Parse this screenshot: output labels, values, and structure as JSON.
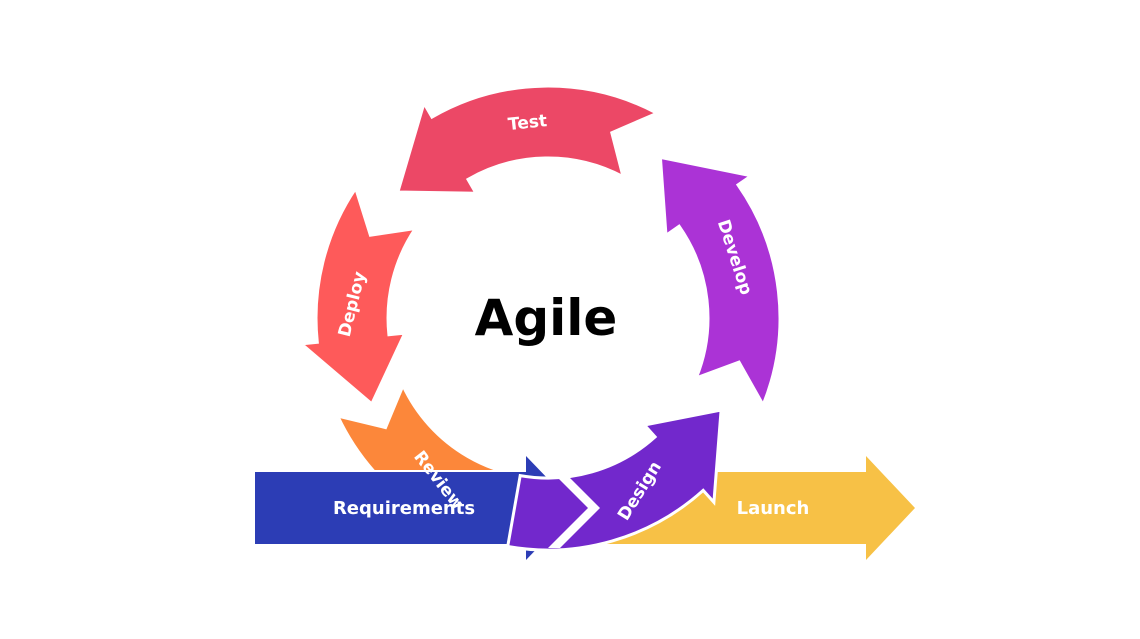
{
  "title": "Agile",
  "stages": [
    {
      "id": "design",
      "label": "Design",
      "color": "#7228CC"
    },
    {
      "id": "develop",
      "label": "Develop",
      "color": "#AB33D6"
    },
    {
      "id": "test",
      "label": "Test",
      "color": "#EC4866"
    },
    {
      "id": "deploy",
      "label": "Deploy",
      "color": "#FE5A5A"
    },
    {
      "id": "review",
      "label": "Review",
      "color": "#FC873A"
    }
  ],
  "entry": {
    "label": "Requirements",
    "color": "#2C3DB5"
  },
  "exit": {
    "label": "Launch",
    "color": "#F7C146"
  }
}
